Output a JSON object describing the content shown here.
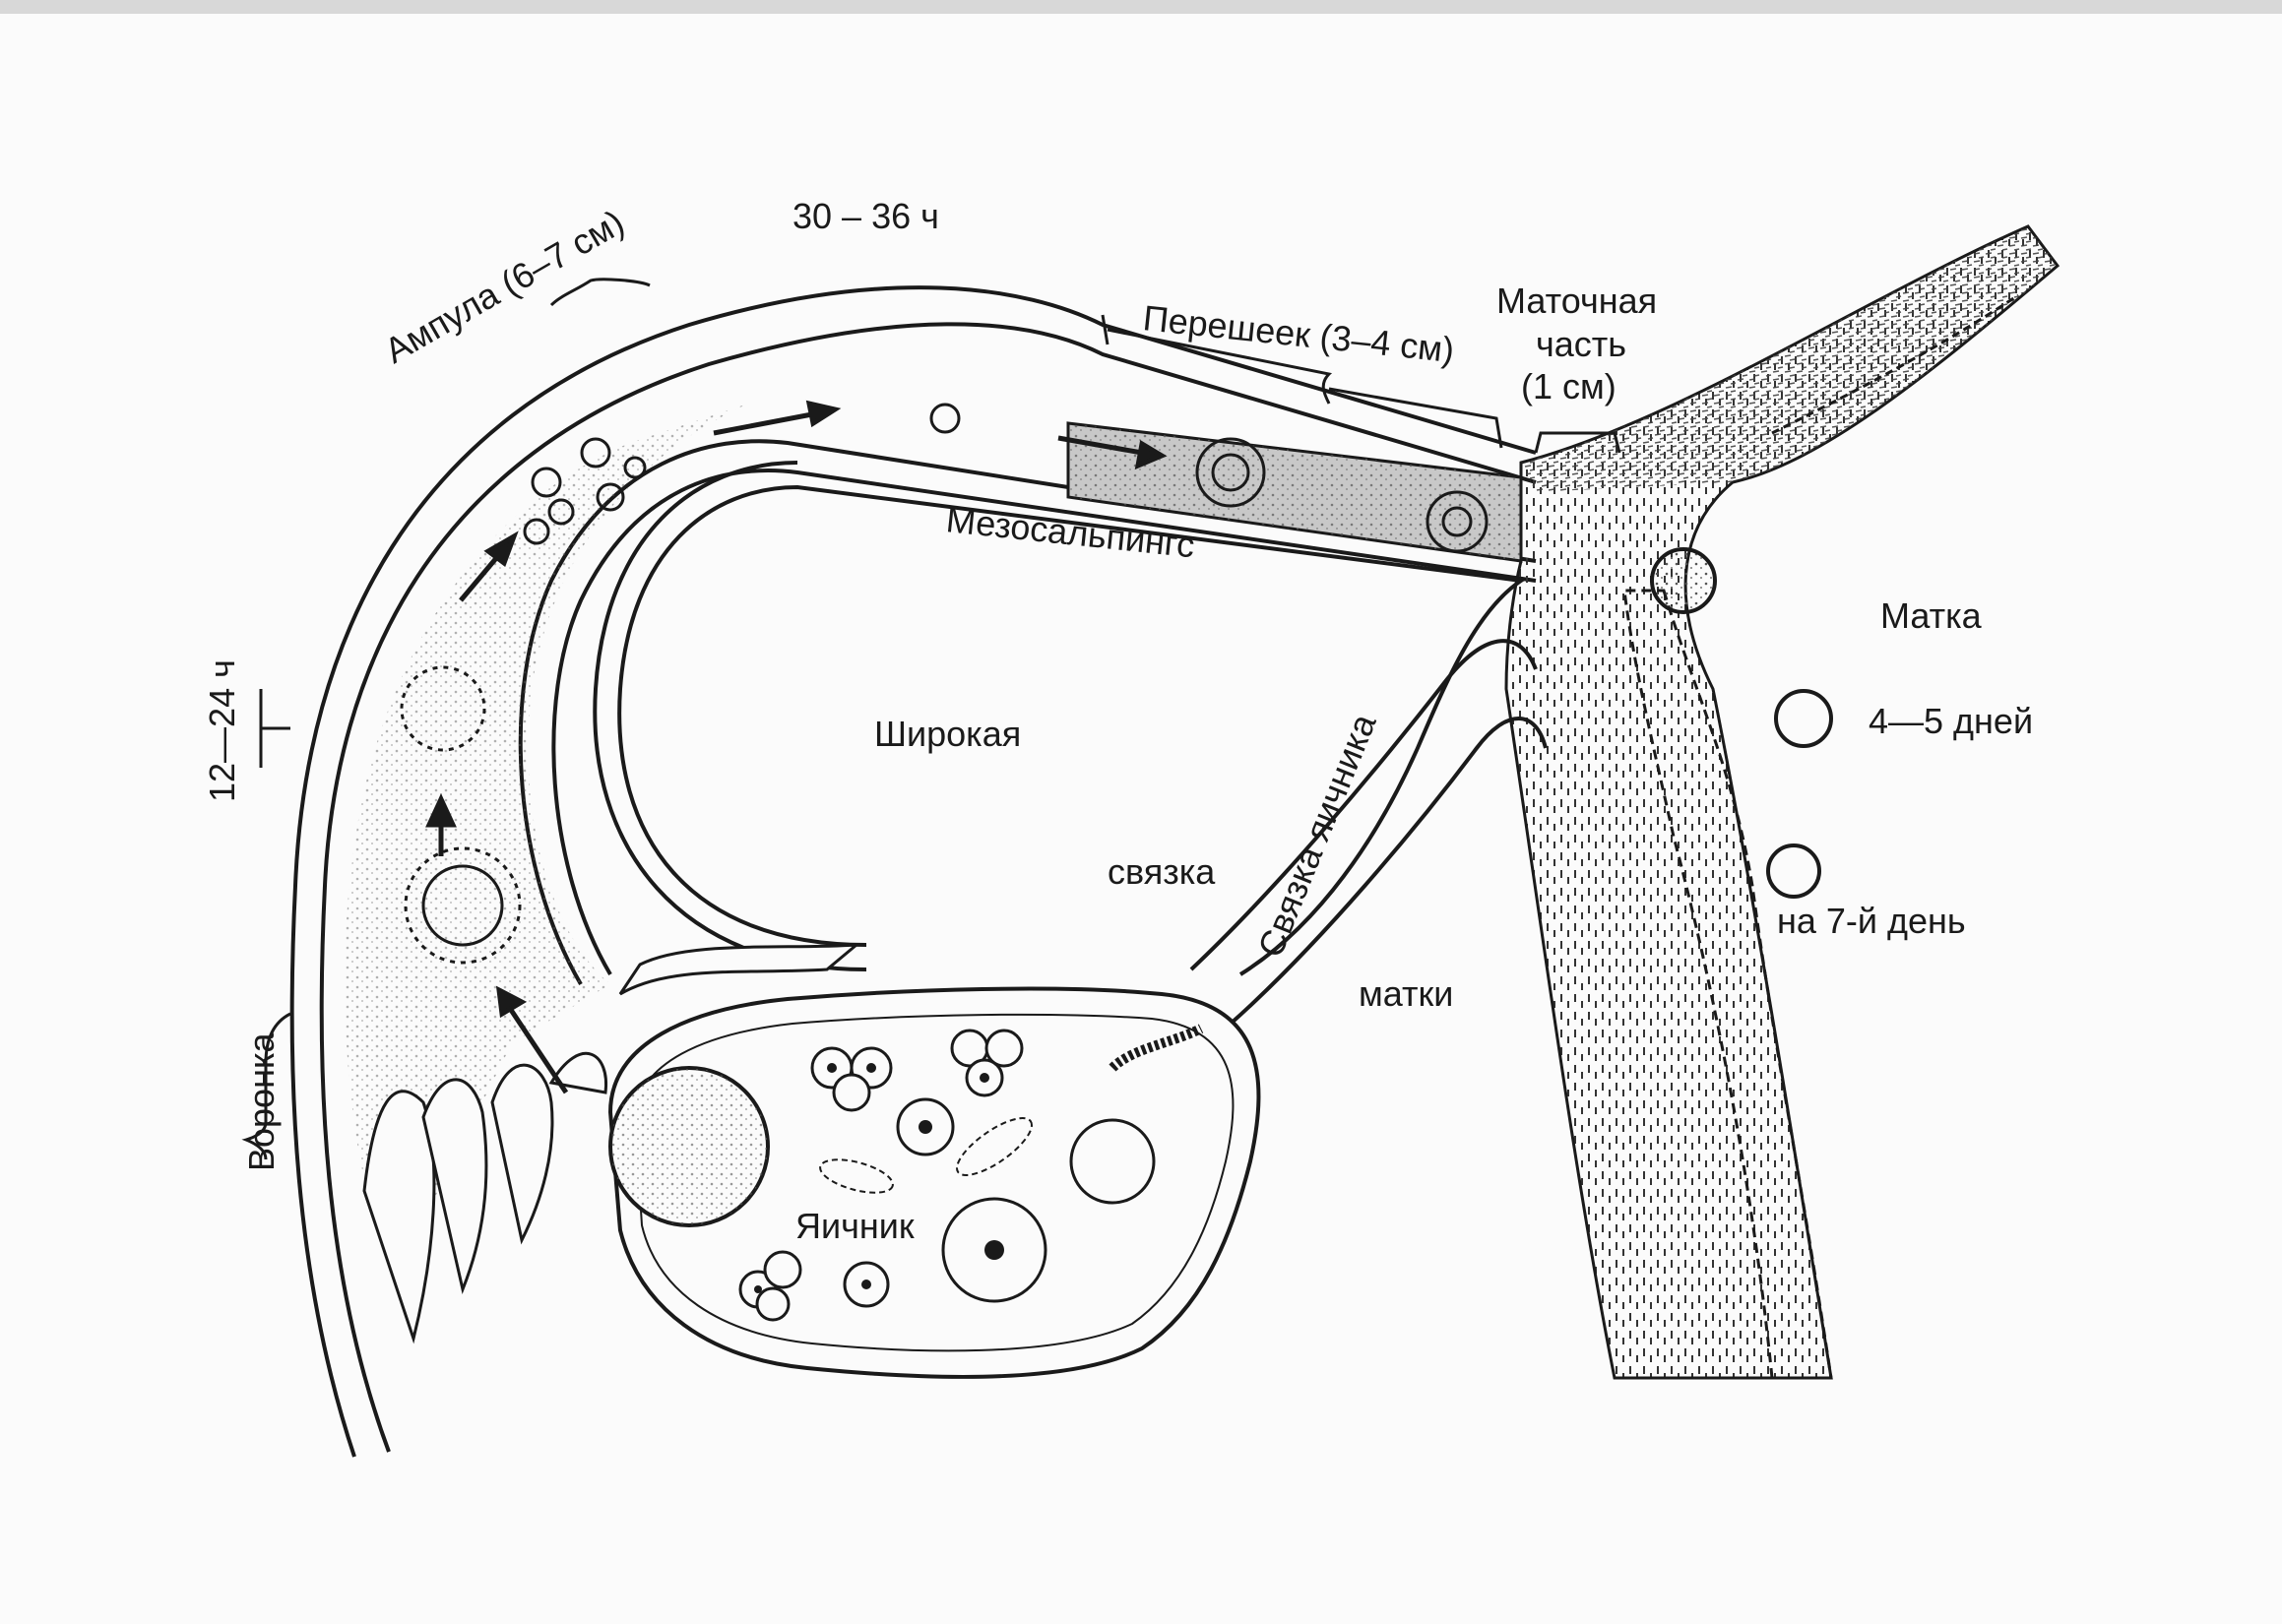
{
  "labels": {
    "ampulla": "Ампула (6–7 см)",
    "ampulla_time": "30 – 36 ч",
    "isthmus": "Перешеек (3–4 см)",
    "uterine_part_line1": "Маточная",
    "uterine_part_line2": "часть",
    "uterine_part_line3": "(1 см)",
    "mesosalpinx": "Мезосальпингс",
    "uterus": "Матка",
    "day_4_5": "4—5 дней",
    "day_7": "на 7-й день",
    "broad_ligament_1": "Широкая",
    "broad_ligament_2": "связка",
    "broad_ligament_3": "матки",
    "ovarian_ligament": "Связка яичника",
    "ovary": "Яичник",
    "funnel": "Воронка",
    "funnel_time": "12—24 ч"
  },
  "colors": {
    "ink": "#1a1a1a",
    "paper": "#fbfbfb",
    "isthmus_shade": "#c8c8c8",
    "stipple": "#d2d2d2"
  }
}
